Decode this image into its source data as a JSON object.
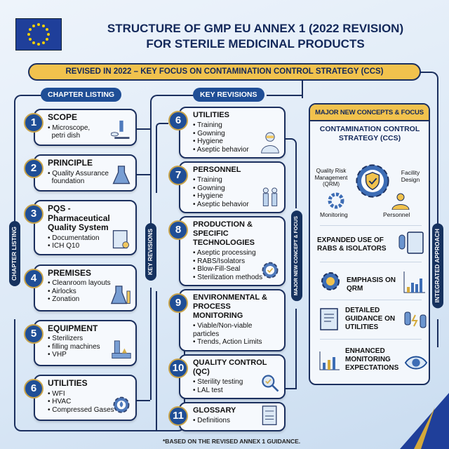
{
  "title": {
    "line1": "STRUCTURE OF GMP EU ANNEX 1 (2022 REVISION)",
    "line2": "FOR STERILE MEDICINAL PRODUCTS"
  },
  "banner": "REVISED IN 2022 – KEY FOCUS ON CONTAMINATION CONTROL STRATEGY (CCS)",
  "chapter_listing": {
    "label": "CHAPTER LISTING",
    "side_label": "CHAPTER LISTING",
    "items": [
      {
        "num": "1",
        "title": "SCOPE",
        "bullets": [
          "• Microscope,",
          "  petri dish"
        ],
        "icon": "microscope-icon"
      },
      {
        "num": "2",
        "title": "PRINCIPLE",
        "bullets": [
          "• Quality Assurance",
          "  foundation"
        ],
        "icon": "flask-icon"
      },
      {
        "num": "3",
        "title": "PQS - Pharmaceutical Quality System",
        "bullets": [
          "• Documentation",
          "• ICH Q10"
        ],
        "icon": "clipboard-icon"
      },
      {
        "num": "4",
        "title": "PREMISES",
        "bullets": [
          "• Cleanroom layouts",
          "• Airlocks",
          "• Zonation"
        ],
        "icon": "beaker-icon"
      },
      {
        "num": "5",
        "title": "EQUIPMENT",
        "bullets": [
          "• Sterilizers",
          "• filling machines",
          "• VHP"
        ],
        "icon": "machine-icon"
      },
      {
        "num": "6",
        "title": "UTILITIES",
        "bullets": [
          "• WFI",
          "• HVAC",
          "• Compressed Gases"
        ],
        "icon": "gear-drop-icon"
      }
    ]
  },
  "key_revisions": {
    "label": "KEY REVISIONS",
    "side_label": "KEY REVISIONS",
    "items": [
      {
        "num": "6",
        "title": "UTILITIES",
        "bullets": [
          "• Training",
          "• Gowning",
          "• Hygiene",
          "• Aseptic behavior"
        ],
        "icon": "gowned-person-icon"
      },
      {
        "num": "7",
        "title": "PERSONNEL",
        "bullets": [
          "• Training",
          "• Gowning",
          "• Hygiene",
          "• Aseptic behavior"
        ],
        "icon": "people-icon"
      },
      {
        "num": "8",
        "title": "PRODUCTION & SPECIFIC TECHNOLOGIES",
        "bullets": [
          "• Aseptic processing",
          "• RABS/Isolators",
          "• Blow-Fill-Seal",
          "• Sterilization methods"
        ],
        "icon": "gear-check-icon"
      },
      {
        "num": "9",
        "title": "ENVIRONMENTAL & PROCESS MONITORING",
        "bullets": [
          "• Viable/Non-viable particles",
          "• Trends, Action Limits"
        ],
        "icon": ""
      },
      {
        "num": "10",
        "title": "QUALITY CONTROL (QC)",
        "bullets": [
          "• Sterility testing",
          "• LAL test"
        ],
        "icon": "magnifier-check-icon"
      },
      {
        "num": "11",
        "title": "GLOSSARY",
        "bullets": [
          "• Definitions"
        ],
        "icon": "document-qc-icon"
      }
    ]
  },
  "major": {
    "side_label": "MAJOR NEW CONCEPT & FOCUS",
    "header": "MAJOR NEW CONCEPTS & FOCUS",
    "ccs_title": "CONTAMINATION CONTROL STRATEGY (CCS)",
    "cycle": {
      "qrm": "Quality Risk Management (QRM)",
      "facility": "Facility Design",
      "monitoring": "Monitoring",
      "personnel": "Personnel"
    },
    "features": [
      "EXPANDED USE OF RABS & ISOLATORS",
      "EMPHASIS ON QRM",
      "DETAILED GUIDANCE ON UTILITIES",
      "ENHANCED MONITORING EXPECTATIONS"
    ]
  },
  "integrated": "INTEGRATED APPROACH",
  "footnote": "*BASED ON THE REVISED ANNEX 1 GUIDANCE.",
  "colors": {
    "navy": "#1b2f5e",
    "blue": "#1f4e96",
    "gold": "#f1c24d"
  }
}
